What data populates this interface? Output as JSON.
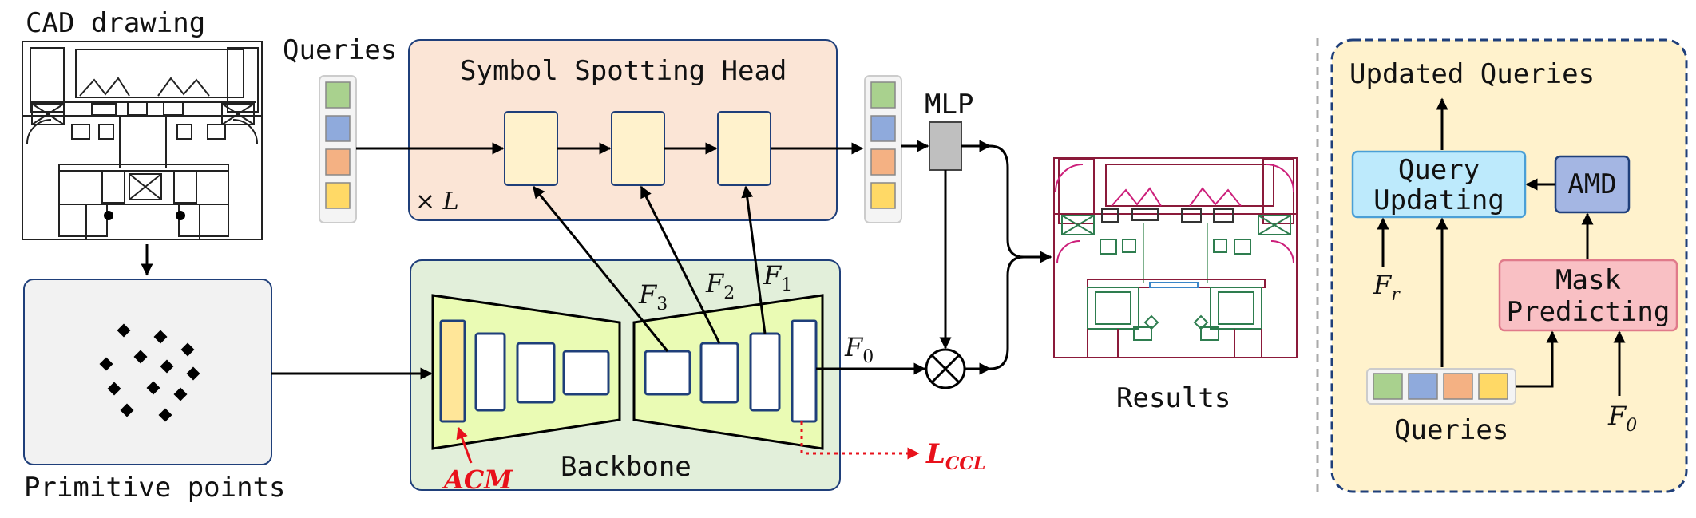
{
  "labels": {
    "cad_drawing": "CAD drawing",
    "primitive_points": "Primitive points",
    "queries_in": "Queries",
    "head_title": "Symbol Spotting Head",
    "repeat_label": "× L",
    "mlp": "MLP",
    "backbone": "Backbone",
    "acm": "ACM",
    "results": "Results",
    "updated_queries": "Updated Queries",
    "query_updating_line1": "Query",
    "query_updating_line2": "Updating",
    "amd": "AMD",
    "mask_predicting_line1": "Mask",
    "mask_predicting_line2": "Predicting",
    "queries_right": "Queries"
  },
  "math": {
    "F3": {
      "base": "F",
      "sub": "3"
    },
    "F2": {
      "base": "F",
      "sub": "2"
    },
    "F1": {
      "base": "F",
      "sub": "1"
    },
    "F0": {
      "base": "F",
      "sub": "0"
    },
    "Fr": {
      "base": "F",
      "sub": "r"
    },
    "F0_right": {
      "base": "F",
      "sub": "0"
    },
    "L_ccl": {
      "base": "L",
      "sub": "CCL"
    }
  },
  "colors": {
    "query_colors": [
      "#a9d18e",
      "#8faadc",
      "#f4b183",
      "#ffd966"
    ],
    "head_bg": "#fbe5d6",
    "head_border": "#1f3f7a",
    "backbone_bg": "#e2efda",
    "trapezoid_fill": "#eafbb4",
    "layer_fill": "#fff2cc",
    "acm_fill": "#ffe699",
    "panel_bg": "#fff2cc",
    "query_updating_fill": "#bdeafc",
    "amd_fill": "#a4b6e3",
    "mask_predicting_fill": "#f9c0c4",
    "red": "#e8111b",
    "mlp_fill": "#bfbfbf"
  }
}
